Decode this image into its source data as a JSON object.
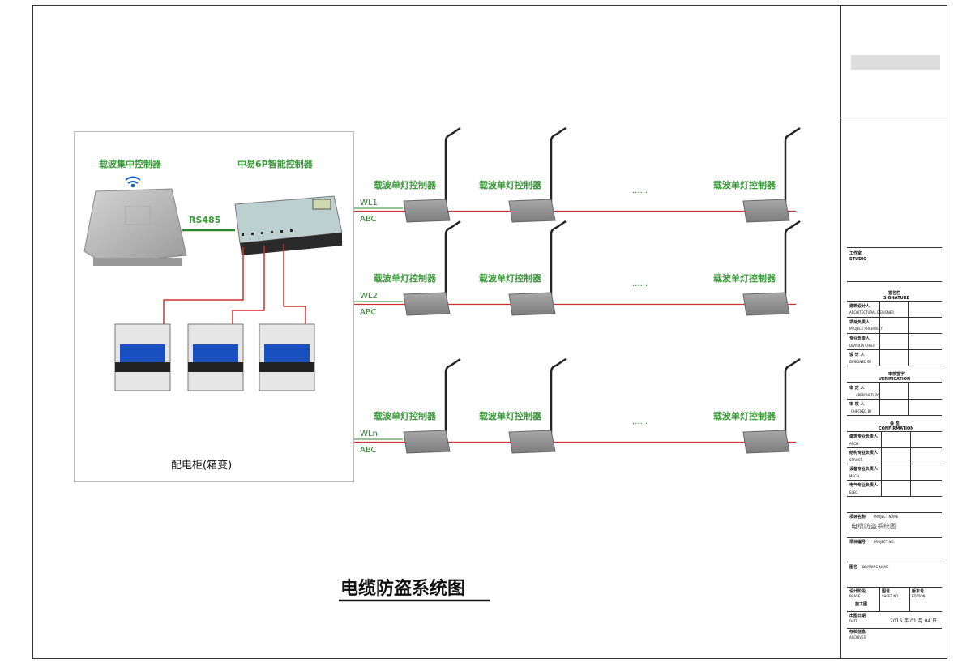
{
  "title": "电缆防盗系统图",
  "cabinet": {
    "label": "配电柜(箱变)",
    "concentrator_label": "载波集中控制器",
    "smart_controller_label": "中易6P智能控制器",
    "link_label": "RS485"
  },
  "lines": [
    {
      "name": "WL1",
      "phase": "ABC",
      "controllers": [
        "载波单灯控制器",
        "载波单灯控制器",
        "载波单灯控制器"
      ],
      "ellipsis": "......"
    },
    {
      "name": "WL2",
      "phase": "ABC",
      "controllers": [
        "载波单灯控制器",
        "载波单灯控制器",
        "载波单灯控制器"
      ],
      "ellipsis": "......"
    },
    {
      "name": "WLn",
      "phase": "ABC",
      "controllers": [
        "载波单灯控制器",
        "载波单灯控制器",
        "载波单灯控制器"
      ],
      "ellipsis": "......"
    }
  ],
  "colors": {
    "label_green": "#3a9a3a",
    "power_line_red": "#d03030",
    "rs485_green": "#2a8a2a",
    "wifi_blue": "#1a5fd0"
  },
  "title_block": {
    "studio": {
      "cn": "工作室",
      "en": "STUDIO"
    },
    "signature": {
      "cn": "签名栏",
      "en": "SIGNATURE",
      "rows": [
        {
          "cn": "建筑设计人",
          "en": "ARCHITECTURAL DESIGNER"
        },
        {
          "cn": "项目负责人",
          "en": "PROJECT ARCHITECT"
        },
        {
          "cn": "专业负责人",
          "en": "DIVISION CHIEF"
        },
        {
          "cn": "设 计 人",
          "en": "DESIGNED BY"
        }
      ]
    },
    "verification": {
      "cn": "审核签字",
      "en": "VERIFICATION",
      "rows": [
        {
          "cn": "审 定 人",
          "en": "APPROVED BY"
        },
        {
          "cn": "审 核 人",
          "en": "CHECKED BY"
        }
      ]
    },
    "confirmation": {
      "cn": "会 签",
      "en": "CONFIRMATION",
      "rows": [
        {
          "cn": "建筑专业负责人",
          "en": "ARCH."
        },
        {
          "cn": "结构专业负责人",
          "en": "STRUCT."
        },
        {
          "cn": "设备专业负责人",
          "en": "MECH."
        },
        {
          "cn": "电气专业负责人",
          "en": "ELEC."
        }
      ]
    },
    "project_name": {
      "cn": "项目名称",
      "en": "PROJECT NAME",
      "value": "电缆防盗系统图"
    },
    "project_no": {
      "cn": "项目编号",
      "en": "PROJECT NO."
    },
    "drawing_name": {
      "cn": "图名",
      "en": "DRAWING NAME"
    },
    "phase": {
      "cn": "设计阶段",
      "en": "PHASE",
      "value": "施工图"
    },
    "sheet_no": {
      "cn": "图号",
      "en": "SHEET NO."
    },
    "edition": {
      "cn": "版本号",
      "en": "EDITION"
    },
    "date": {
      "cn": "出图日期",
      "en": "DATE",
      "value": "2016 年 01 月 04 日"
    },
    "archives": {
      "cn": "存档信息",
      "en": "ARCHIVES"
    }
  }
}
